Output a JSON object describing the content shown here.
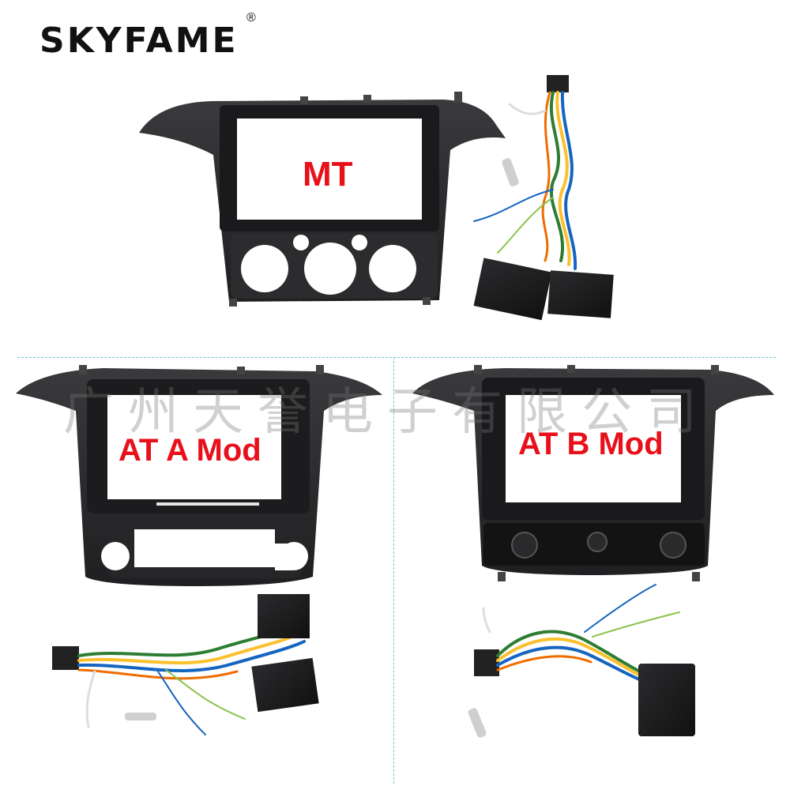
{
  "brand": {
    "name": "SKYFAME",
    "reg_mark": "®"
  },
  "panels": [
    {
      "label": "MT"
    },
    {
      "label": "AT A Mod"
    },
    {
      "label": "AT B Mod"
    }
  ],
  "watermark": {
    "text": "广州天誉电子有限公司",
    "logo": "SKYFAME"
  },
  "colors": {
    "label_red": "#e8101a",
    "frame_black": "#2a2a2c",
    "divider": "#6ec3d6"
  }
}
